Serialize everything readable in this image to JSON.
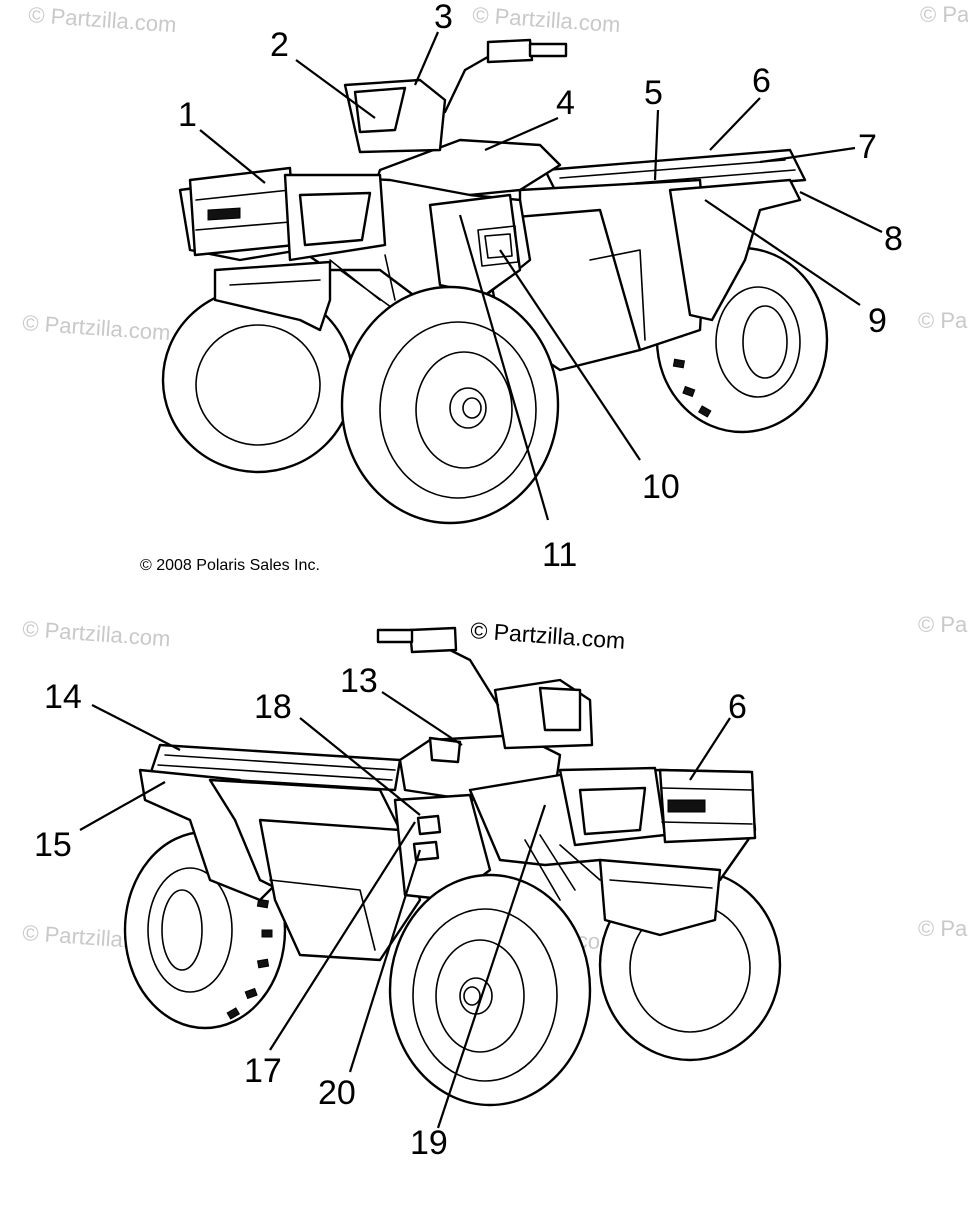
{
  "watermark": "© Partzilla.com",
  "watermark_partial": "© Pa",
  "top_copyright": "© 2008 Polaris Sales Inc.",
  "bottom_copyright": "© Partzilla.com",
  "top_labels": [
    "1",
    "2",
    "3",
    "4",
    "5",
    "6",
    "7",
    "8",
    "9",
    "10",
    "11"
  ],
  "bottom_labels": [
    "14",
    "18",
    "13",
    "6",
    "15",
    "17",
    "20",
    "19"
  ]
}
